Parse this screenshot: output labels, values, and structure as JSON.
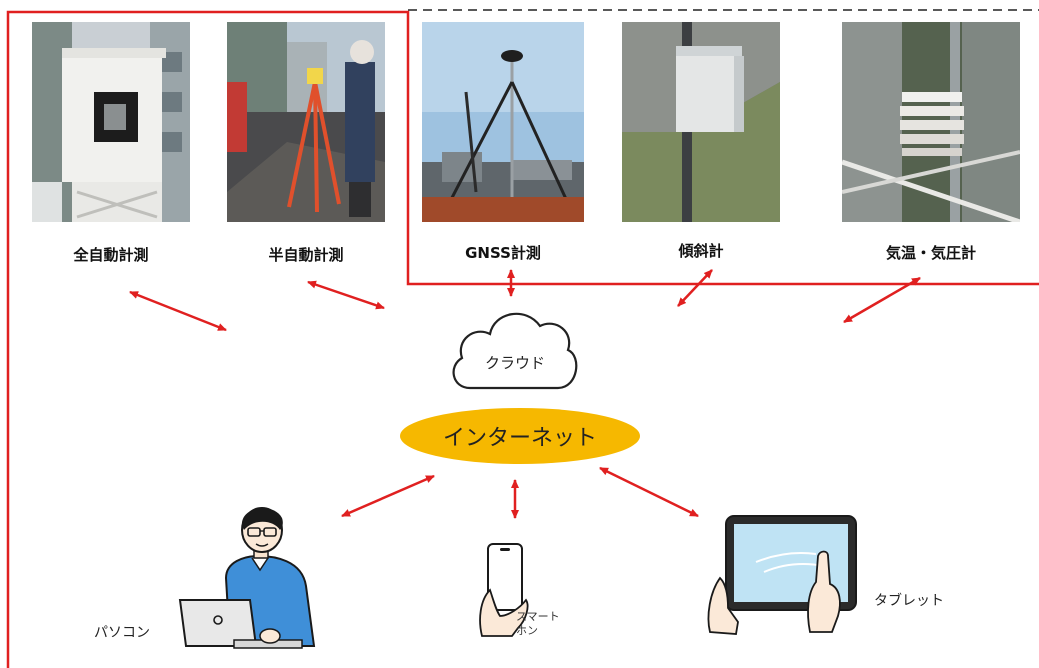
{
  "sensors": [
    {
      "label": "全自動計測",
      "icon": "total-station-photo"
    },
    {
      "label": "半自動計測",
      "icon": "surveyor-tripod-photo"
    },
    {
      "label": "GNSS計測",
      "icon": "gnss-antenna-photo"
    },
    {
      "label": "傾斜計",
      "icon": "tiltmeter-box-photo"
    },
    {
      "label": "気温・気圧計",
      "icon": "weather-shield-photo"
    }
  ],
  "cloud": {
    "label": "クラウド"
  },
  "internet": {
    "label": "インターネット"
  },
  "devices": {
    "pc": {
      "label": "パソコン"
    },
    "smartphone": {
      "line1": "スマート",
      "line2": "ホン"
    },
    "tablet": {
      "label": "タブレット"
    }
  },
  "colors": {
    "frame_red": "#e02020",
    "arrow_red": "#e02020",
    "internet_fill": "#f6b800"
  }
}
